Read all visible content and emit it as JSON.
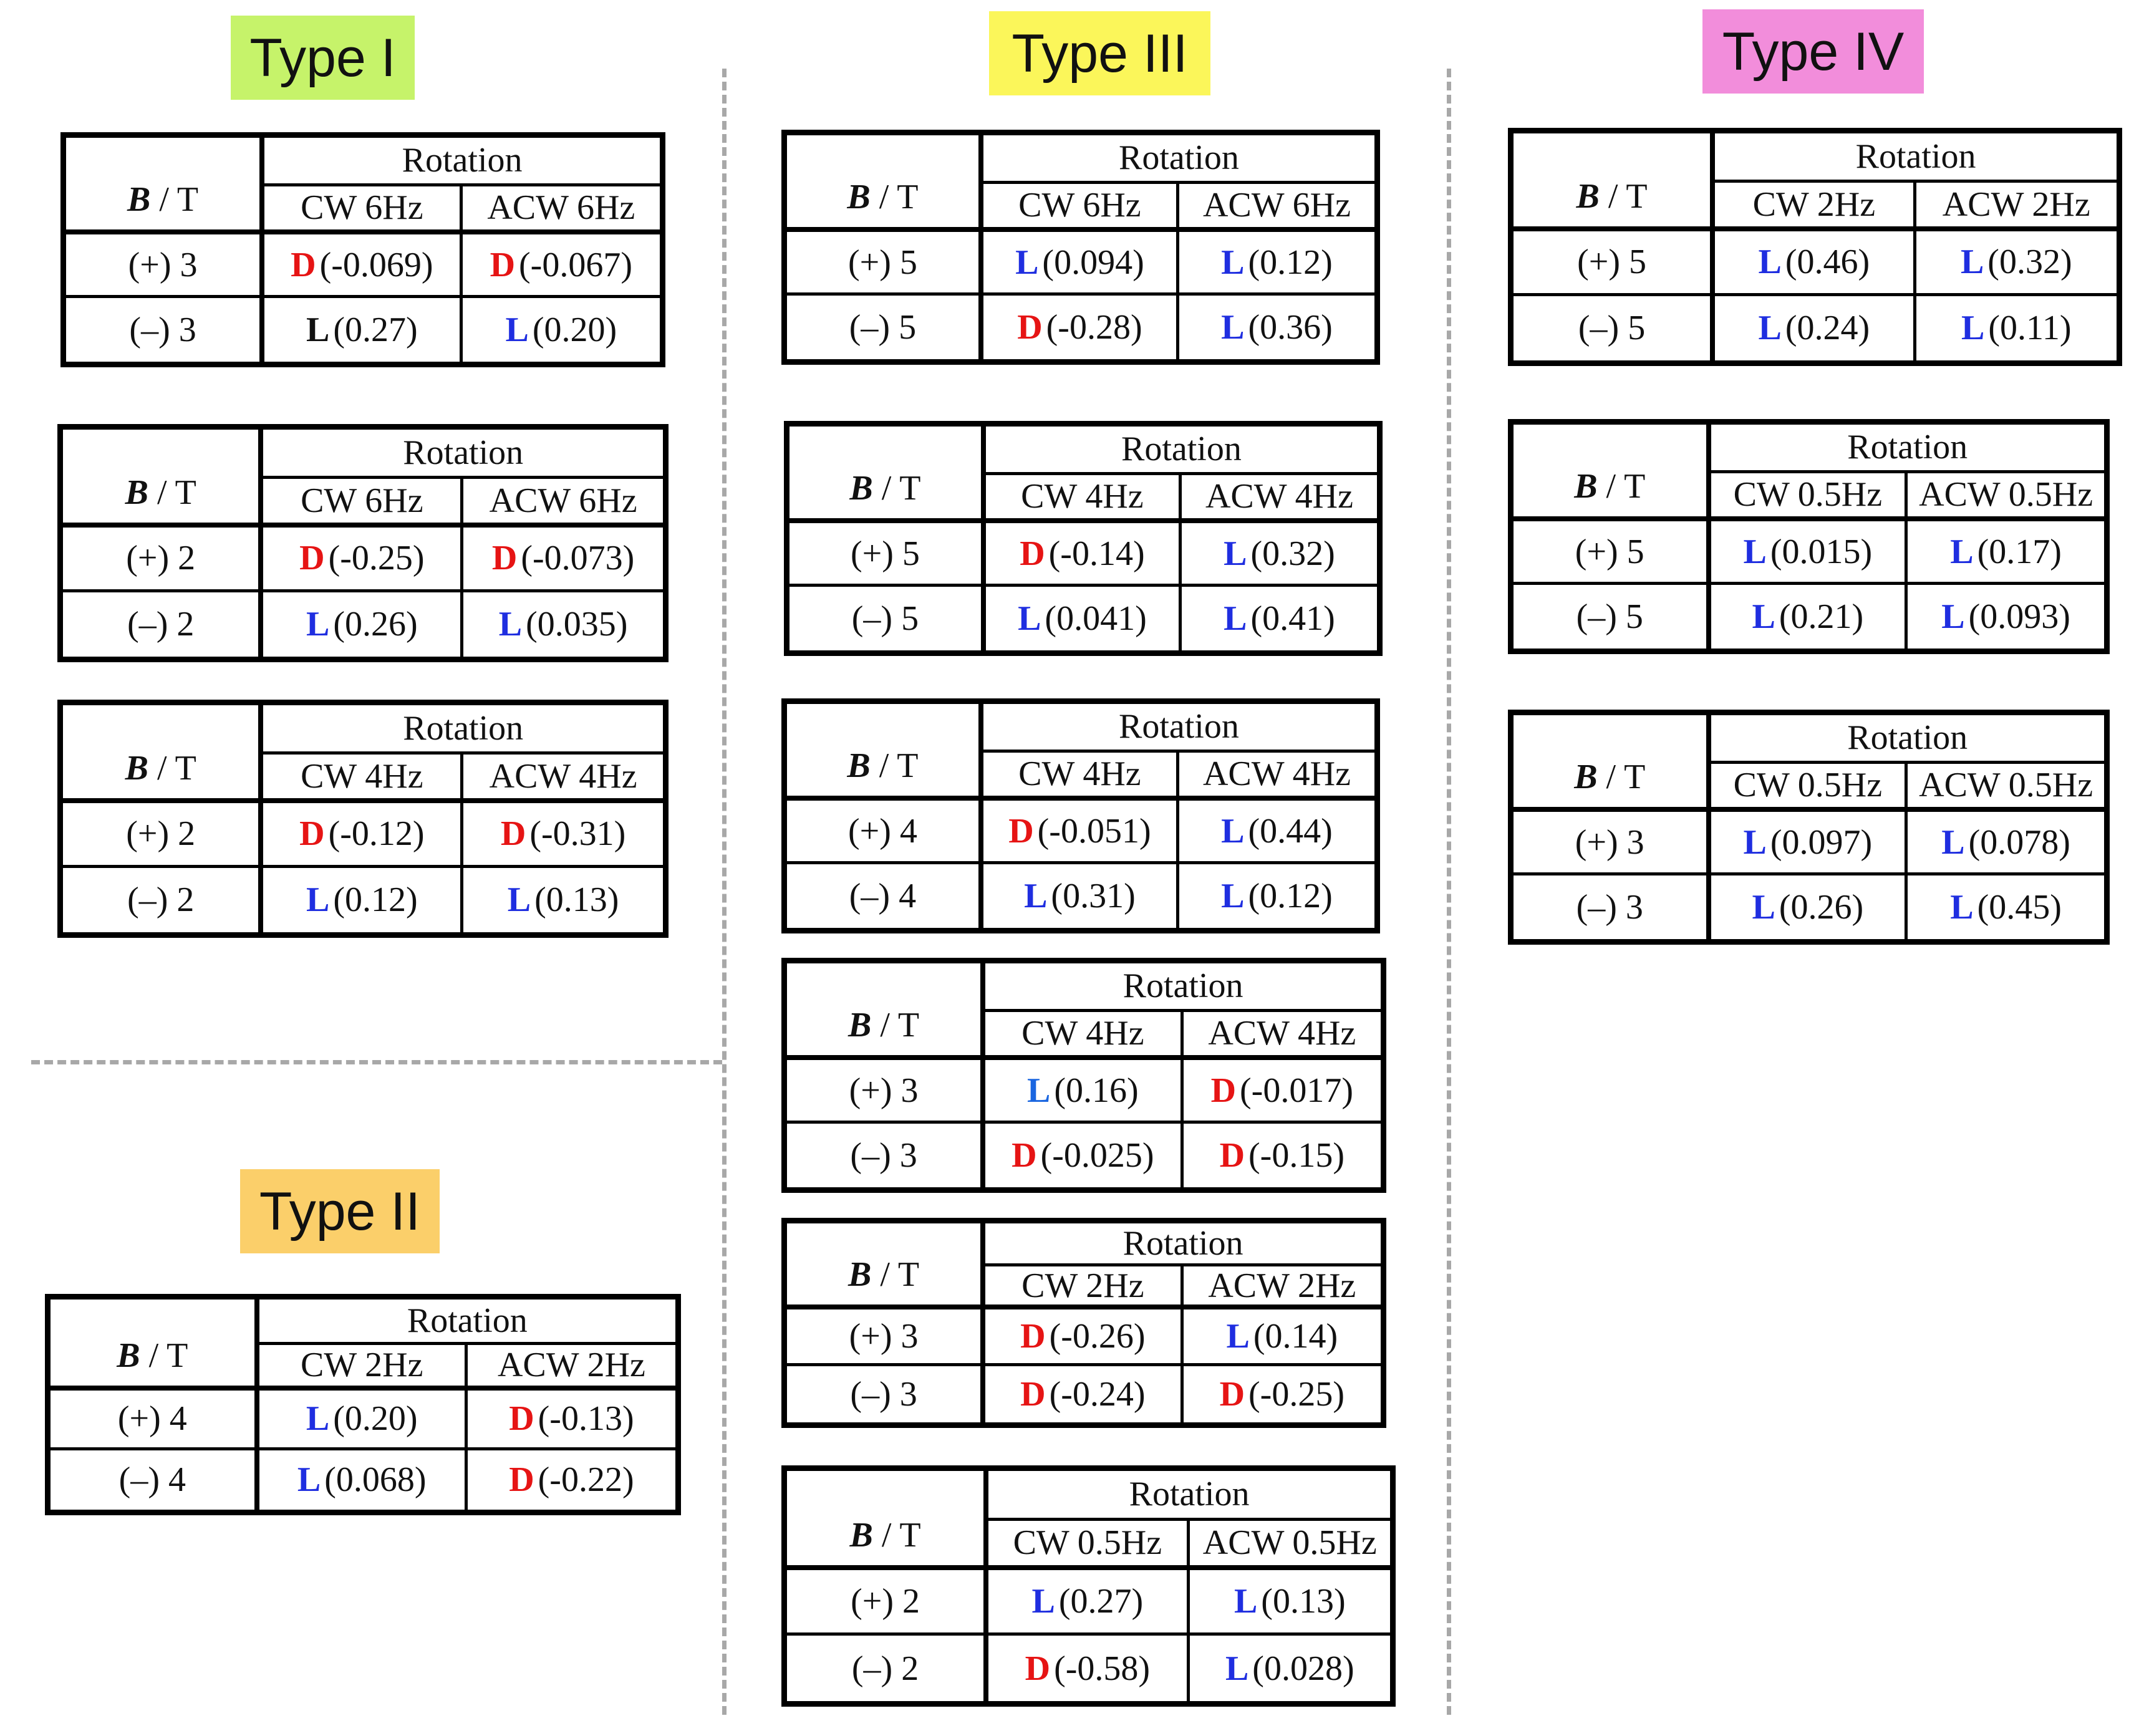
{
  "colors": {
    "D": "#e61414",
    "L": "#1f2ee0",
    "L_alt": "#1a66e0",
    "type1": "#c6f36a",
    "type2": "#fbcf6a",
    "type3": "#fbf65a",
    "type4": "#f28ddb"
  },
  "header": {
    "b": "B",
    "sep": " / T",
    "rotation": "Rotation"
  },
  "titles": {
    "t1": "Type I",
    "t2": "Type II",
    "t3": "Type III",
    "t4": "Type IV"
  },
  "tables": [
    {
      "id": "t1a",
      "cols": [
        "CW 6Hz",
        "ACW 6Hz"
      ],
      "rows": [
        {
          "label": "(+) 3",
          "cells": [
            {
              "tag": "D",
              "value": "(-0.069)"
            },
            {
              "tag": "D",
              "value": "(-0.067)"
            }
          ]
        },
        {
          "label": "(–) 3",
          "cells": [
            {
              "tag": "L",
              "value": "(0.27)",
              "tone": "dark"
            },
            {
              "tag": "L",
              "value": "(0.20)"
            }
          ]
        }
      ]
    },
    {
      "id": "t1b",
      "cols": [
        "CW 6Hz",
        "ACW 6Hz"
      ],
      "rows": [
        {
          "label": "(+) 2",
          "cells": [
            {
              "tag": "D",
              "value": "(-0.25)"
            },
            {
              "tag": "D",
              "value": "(-0.073)"
            }
          ]
        },
        {
          "label": "(–) 2",
          "cells": [
            {
              "tag": "L",
              "value": "(0.26)"
            },
            {
              "tag": "L",
              "value": "(0.035)"
            }
          ]
        }
      ]
    },
    {
      "id": "t1c",
      "cols": [
        "CW 4Hz",
        "ACW 4Hz"
      ],
      "rows": [
        {
          "label": "(+) 2",
          "cells": [
            {
              "tag": "D",
              "value": "(-0.12)"
            },
            {
              "tag": "D",
              "value": "(-0.31)"
            }
          ]
        },
        {
          "label": "(–) 2",
          "cells": [
            {
              "tag": "L",
              "value": "(0.12)"
            },
            {
              "tag": "L",
              "value": "(0.13)"
            }
          ]
        }
      ]
    },
    {
      "id": "t2a",
      "cols": [
        "CW 2Hz",
        "ACW 2Hz"
      ],
      "rows": [
        {
          "label": "(+) 4",
          "cells": [
            {
              "tag": "L",
              "value": "(0.20)"
            },
            {
              "tag": "D",
              "value": "(-0.13)"
            }
          ]
        },
        {
          "label": "(–) 4",
          "cells": [
            {
              "tag": "L",
              "value": "(0.068)"
            },
            {
              "tag": "D",
              "value": "(-0.22)"
            }
          ]
        }
      ]
    },
    {
      "id": "t3a",
      "cols": [
        "CW 6Hz",
        "ACW 6Hz"
      ],
      "rows": [
        {
          "label": "(+) 5",
          "cells": [
            {
              "tag": "L",
              "value": "(0.094)"
            },
            {
              "tag": "L",
              "value": "(0.12)"
            }
          ]
        },
        {
          "label": "(–) 5",
          "cells": [
            {
              "tag": "D",
              "value": "(-0.28)"
            },
            {
              "tag": "L",
              "value": "(0.36)"
            }
          ]
        }
      ]
    },
    {
      "id": "t3b",
      "cols": [
        "CW 4Hz",
        "ACW 4Hz"
      ],
      "rows": [
        {
          "label": "(+) 5",
          "cells": [
            {
              "tag": "D",
              "value": "(-0.14)"
            },
            {
              "tag": "L",
              "value": "(0.32)"
            }
          ]
        },
        {
          "label": "(–) 5",
          "cells": [
            {
              "tag": "L",
              "value": "(0.041)"
            },
            {
              "tag": "L",
              "value": "(0.41)"
            }
          ]
        }
      ]
    },
    {
      "id": "t3c",
      "cols": [
        "CW 4Hz",
        "ACW 4Hz"
      ],
      "rows": [
        {
          "label": "(+) 4",
          "cells": [
            {
              "tag": "D",
              "value": "(-0.051)"
            },
            {
              "tag": "L",
              "value": "(0.44)"
            }
          ]
        },
        {
          "label": "(–) 4",
          "cells": [
            {
              "tag": "L",
              "value": "(0.31)"
            },
            {
              "tag": "L",
              "value": "(0.12)"
            }
          ]
        }
      ]
    },
    {
      "id": "t3d",
      "cols": [
        "CW 4Hz",
        "ACW 4Hz"
      ],
      "rows": [
        {
          "label": "(+) 3",
          "cells": [
            {
              "tag": "L",
              "value": "(0.16)",
              "tone": "alt"
            },
            {
              "tag": "D",
              "value": "(-0.017)"
            }
          ]
        },
        {
          "label": "(–) 3",
          "cells": [
            {
              "tag": "D",
              "value": "(-0.025)"
            },
            {
              "tag": "D",
              "value": "(-0.15)"
            }
          ]
        }
      ]
    },
    {
      "id": "t3e",
      "cols": [
        "CW 2Hz",
        "ACW 2Hz"
      ],
      "rows": [
        {
          "label": "(+) 3",
          "cells": [
            {
              "tag": "D",
              "value": "(-0.26)"
            },
            {
              "tag": "L",
              "value": "(0.14)"
            }
          ]
        },
        {
          "label": "(–) 3",
          "cells": [
            {
              "tag": "D",
              "value": "(-0.24)"
            },
            {
              "tag": "D",
              "value": "(-0.25)"
            }
          ]
        }
      ]
    },
    {
      "id": "t3f",
      "cols": [
        "CW 0.5Hz",
        "ACW 0.5Hz"
      ],
      "rows": [
        {
          "label": "(+) 2",
          "cells": [
            {
              "tag": "L",
              "value": "(0.27)"
            },
            {
              "tag": "L",
              "value": "(0.13)"
            }
          ]
        },
        {
          "label": "(–) 2",
          "cells": [
            {
              "tag": "D",
              "value": "(-0.58)"
            },
            {
              "tag": "L",
              "value": "(0.028)"
            }
          ]
        }
      ]
    },
    {
      "id": "t4a",
      "cols": [
        "CW 2Hz",
        "ACW 2Hz"
      ],
      "rows": [
        {
          "label": "(+) 5",
          "cells": [
            {
              "tag": "L",
              "value": "(0.46)"
            },
            {
              "tag": "L",
              "value": "(0.32)"
            }
          ]
        },
        {
          "label": "(–) 5",
          "cells": [
            {
              "tag": "L",
              "value": "(0.24)"
            },
            {
              "tag": "L",
              "value": "(0.11)"
            }
          ]
        }
      ]
    },
    {
      "id": "t4b",
      "cols": [
        "CW 0.5Hz",
        "ACW 0.5Hz"
      ],
      "rows": [
        {
          "label": "(+) 5",
          "cells": [
            {
              "tag": "L",
              "value": "(0.015)"
            },
            {
              "tag": "L",
              "value": "(0.17)"
            }
          ]
        },
        {
          "label": "(–) 5",
          "cells": [
            {
              "tag": "L",
              "value": "(0.21)"
            },
            {
              "tag": "L",
              "value": "(0.093)"
            }
          ]
        }
      ]
    },
    {
      "id": "t4c",
      "cols": [
        "CW 0.5Hz",
        "ACW 0.5Hz"
      ],
      "rows": [
        {
          "label": "(+) 3",
          "cells": [
            {
              "tag": "L",
              "value": "(0.097)"
            },
            {
              "tag": "L",
              "value": "(0.078)"
            }
          ]
        },
        {
          "label": "(–) 3",
          "cells": [
            {
              "tag": "L",
              "value": "(0.26)"
            },
            {
              "tag": "L",
              "value": "(0.45)"
            }
          ]
        }
      ]
    }
  ]
}
